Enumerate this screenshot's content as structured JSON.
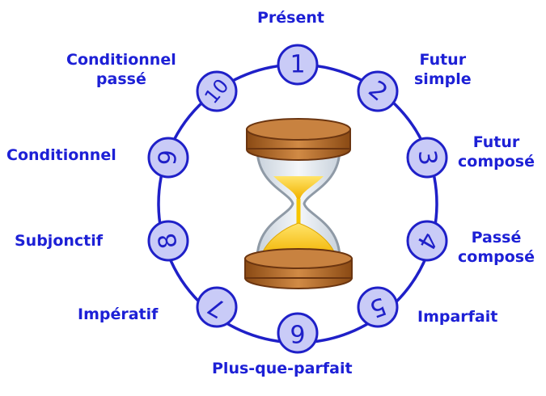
{
  "diagram": {
    "colors": {
      "ring": "#1f20c8",
      "node_fill": "#c9cbf7",
      "node_stroke": "#1f20c8",
      "number": "#1f20c8",
      "label": "#1d20d6",
      "wood": "#b86a26",
      "wood_dark": "#7a3f10",
      "sand": "#f7c600",
      "glass": "#dfe6ee"
    },
    "center_icon": "hourglass-icon",
    "tenses": [
      {
        "number": "1",
        "lines": [
          "Présent"
        ]
      },
      {
        "number": "2",
        "lines": [
          "Futur",
          "simple"
        ]
      },
      {
        "number": "3",
        "lines": [
          "Futur",
          "composé"
        ]
      },
      {
        "number": "4",
        "lines": [
          "Passé",
          "composé"
        ]
      },
      {
        "number": "5",
        "lines": [
          "Imparfait"
        ]
      },
      {
        "number": "6",
        "lines": [
          "Plus-que-parfait"
        ]
      },
      {
        "number": "7",
        "lines": [
          "Impératif"
        ]
      },
      {
        "number": "8",
        "lines": [
          "Subjonctif"
        ]
      },
      {
        "number": "9",
        "lines": [
          "Conditionnel"
        ]
      },
      {
        "number": "10",
        "lines": [
          "Conditionnel",
          "passé"
        ]
      }
    ]
  }
}
